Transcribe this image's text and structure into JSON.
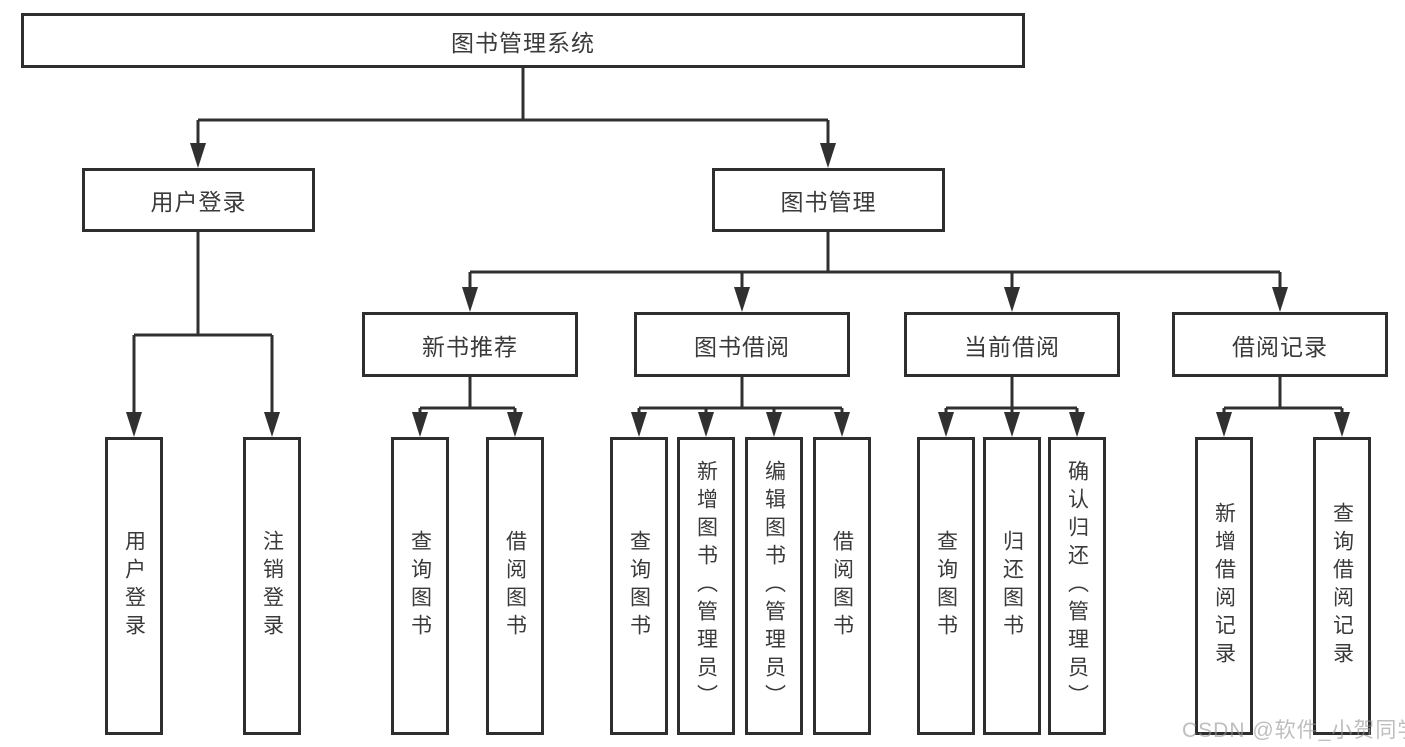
{
  "diagram": {
    "root": {
      "label": "图书管理系统"
    },
    "level2": [
      {
        "label": "用户登录"
      },
      {
        "label": "图书管理"
      }
    ],
    "level3": [
      {
        "label": "新书推荐"
      },
      {
        "label": "图书借阅"
      },
      {
        "label": "当前借阅"
      },
      {
        "label": "借阅记录"
      }
    ],
    "leaves": [
      {
        "label": "用户登录"
      },
      {
        "label": "注销登录"
      },
      {
        "label": "查询图书"
      },
      {
        "label": "借阅图书"
      },
      {
        "label": "查询图书"
      },
      {
        "label": "新增图书（管理员）"
      },
      {
        "label": "编辑图书（管理员）"
      },
      {
        "label": "借阅图书"
      },
      {
        "label": "查询图书"
      },
      {
        "label": "归还图书"
      },
      {
        "label": "确认归还（管理员）"
      },
      {
        "label": "新增借阅记录"
      },
      {
        "label": "查询借阅记录"
      }
    ]
  },
  "watermark": {
    "text": "CSDN @软件_小贺同学"
  },
  "colors": {
    "line": "#303030",
    "border": "#2e2e2e",
    "text": "#3a3a3a",
    "watermark": "#969696"
  }
}
